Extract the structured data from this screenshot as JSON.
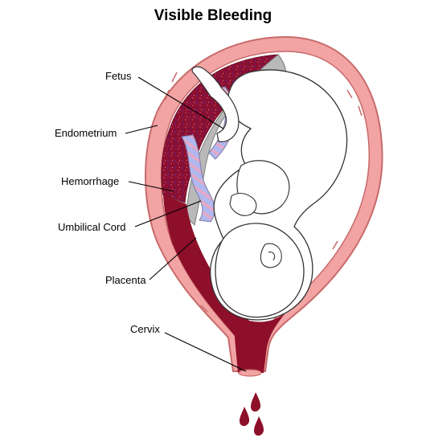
{
  "title": "Visible Bleeding",
  "labels": {
    "fetus": "Fetus",
    "endometrium": "Endometrium",
    "hemorrhage": "Hemorrhage",
    "umbilical_cord": "Umbilical Cord",
    "placenta": "Placenta",
    "cervix": "Cervix"
  },
  "colors": {
    "uterus_wall": "#f2a3a3",
    "uterus_outline": "#c86a6a",
    "placenta": "#8c1030",
    "placenta_speckle": "#5a2aa0",
    "blood": "#8e0f2a",
    "cord": "#b0b8ef",
    "cord_stripe": "#e6a8c4",
    "membrane": "#9a9a9a",
    "fetus_skin": "#ffffff"
  }
}
